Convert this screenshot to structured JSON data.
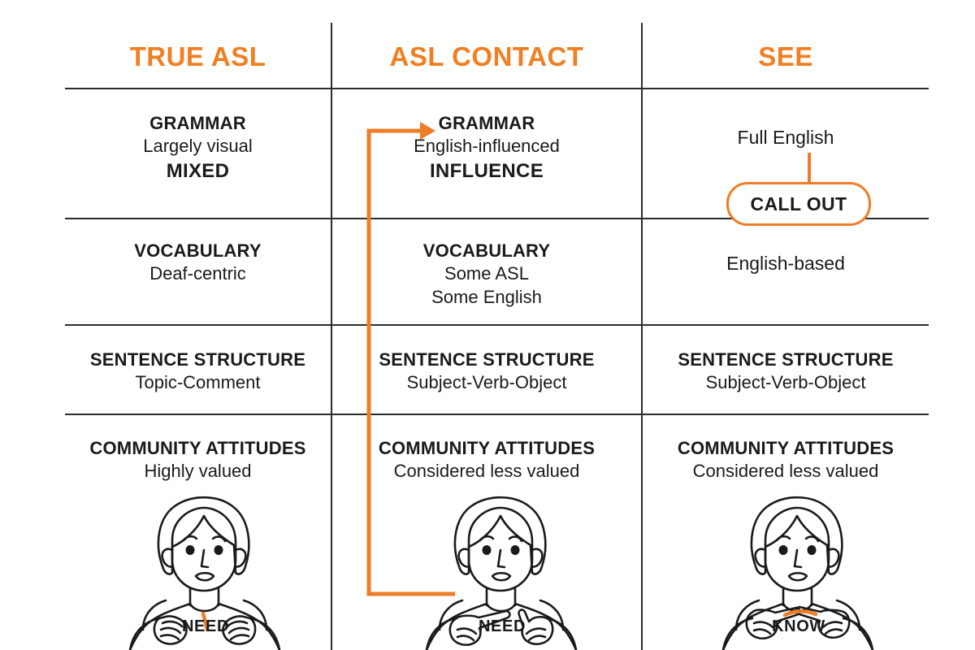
{
  "title": "ASL comparison chart",
  "colors": {
    "accent": "#F07F22",
    "connector": "#ED7D27",
    "rule": "#2b2b2b",
    "text": "#1a1a1a",
    "background": "#ffffff"
  },
  "columns": [
    {
      "id": "true-asl",
      "header": "TRUE ASL"
    },
    {
      "id": "asl-contact",
      "header": "ASL CONTACT"
    },
    {
      "id": "see",
      "header": "SEE"
    }
  ],
  "rows": [
    {
      "id": "grammar",
      "cells": [
        {
          "label": "GRAMMAR",
          "value": "Largely visual",
          "emphasis": "MIXED"
        },
        {
          "label": "GRAMMAR",
          "value": "English-influenced",
          "emphasis": "INFLUENCE"
        },
        {
          "label": "",
          "value": "Full English",
          "emphasis": ""
        }
      ]
    },
    {
      "id": "vocabulary",
      "cells": [
        {
          "label": "VOCABULARY",
          "value": "Deaf-centric",
          "value2": ""
        },
        {
          "label": "VOCABULARY",
          "value": "Some ASL",
          "value2": "Some English"
        },
        {
          "label": "",
          "value": "English-based",
          "value2": ""
        }
      ]
    },
    {
      "id": "sentence-structure",
      "cells": [
        {
          "label": "SENTENCE STRUCTURE",
          "value": "Topic-Comment"
        },
        {
          "label": "SENTENCE STRUCTURE",
          "value": "Subject-Verb-Object"
        },
        {
          "label": "SENTENCE STRUCTURE",
          "value": "Subject-Verb-Object"
        }
      ]
    },
    {
      "id": "community-attitudes",
      "cells": [
        {
          "label": "COMMUNITY ATTITUDES",
          "value": "Highly valued"
        },
        {
          "label": "COMMUNITY ATTITUDES",
          "value": "Considered less valued"
        },
        {
          "label": "COMMUNITY ATTITUDES",
          "value": "Considered less valued"
        }
      ]
    }
  ],
  "callout": {
    "label": "CALL OUT",
    "connected_to": "Full English"
  },
  "figures": [
    {
      "id": "figure-true-asl",
      "sign_word": "NEED",
      "icon": "person-signing-icon"
    },
    {
      "id": "figure-asl-contact",
      "sign_word": "NEED",
      "icon": "person-signing-icon"
    },
    {
      "id": "figure-see",
      "sign_word": "KNOW",
      "icon": "person-signing-icon"
    }
  ],
  "connector": {
    "name": "arrow-to-grammar",
    "from": "figure-asl-contact",
    "to": "ASL CONTACT GRAMMAR"
  }
}
